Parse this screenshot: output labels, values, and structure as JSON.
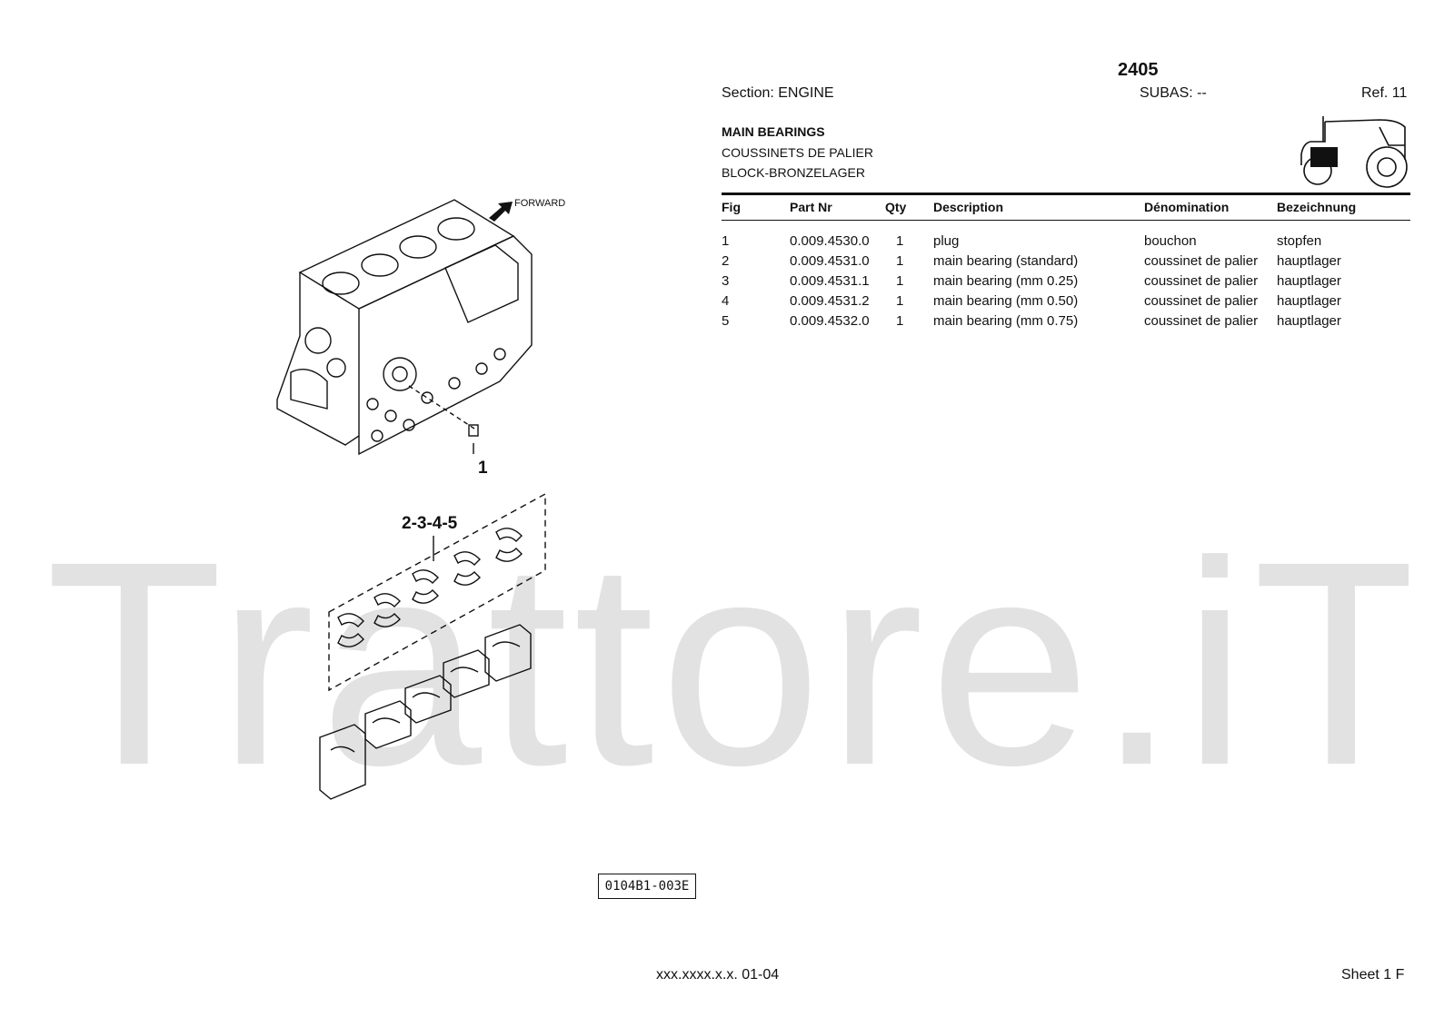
{
  "watermark": "Trattore.iT",
  "header": {
    "number": "2405",
    "section": "Section: ENGINE",
    "subas": "SUBAS: --",
    "ref": "Ref. 11"
  },
  "titles": {
    "en": "MAIN BEARINGS",
    "fr": "COUSSINETS DE PALIER",
    "de": "BLOCK-BRONZELAGER"
  },
  "table": {
    "columns": [
      "Fig",
      "Part Nr",
      "Qty",
      "Description",
      "Dénomination",
      "Bezeichnung"
    ],
    "rows": [
      [
        "1",
        "0.009.4530.0",
        "1",
        "plug",
        "bouchon",
        "stopfen"
      ],
      [
        "2",
        "0.009.4531.0",
        "1",
        "main bearing (standard)",
        "coussinet de palier",
        "hauptlager"
      ],
      [
        "3",
        "0.009.4531.1",
        "1",
        "main bearing (mm 0.25)",
        "coussinet de palier",
        "hauptlager"
      ],
      [
        "4",
        "0.009.4531.2",
        "1",
        "main bearing (mm 0.50)",
        "coussinet de palier",
        "hauptlager"
      ],
      [
        "5",
        "0.009.4532.0",
        "1",
        "main bearing (mm 0.75)",
        "coussinet de palier",
        "hauptlager"
      ]
    ]
  },
  "drawing": {
    "forward_label": "FORWARD",
    "callout_1": "1",
    "callout_2": "2-3-4-5",
    "code": "0104B1-003E"
  },
  "footer": {
    "code": "xxx.xxxx.x.x. 01-04",
    "sheet": "Sheet 1 F"
  }
}
